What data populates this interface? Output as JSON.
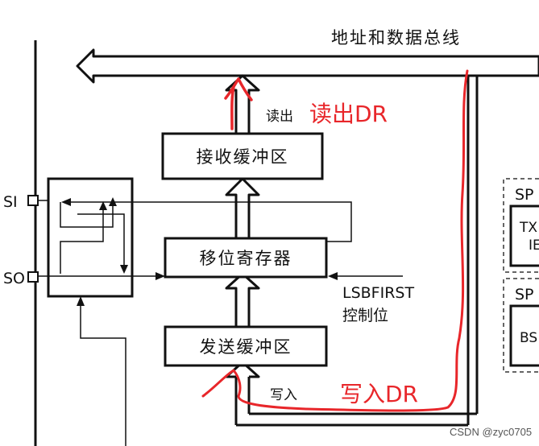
{
  "diagram": {
    "bus_label": "地址和数据总线",
    "boxes": {
      "rx_buffer": "接收缓冲区",
      "shift_register": "移位寄存器",
      "tx_buffer": "发送缓冲区"
    },
    "labels": {
      "read": "读出",
      "write": "写入",
      "lsbfirst_line1": "LSBFIRST",
      "lsbfirst_line2": "控制位"
    },
    "annotations": {
      "read_dr": "读出DR",
      "write_dr": "写入DR"
    },
    "pins": {
      "mosi": "SI",
      "miso": "SO"
    },
    "right_cut_labels": [
      "SP",
      "TX",
      "IE",
      "SP",
      "BS"
    ],
    "annotation_color": "#e8262a",
    "line_color": "#111111"
  },
  "footer": {
    "watermark": "CSDN @zyc0705"
  }
}
